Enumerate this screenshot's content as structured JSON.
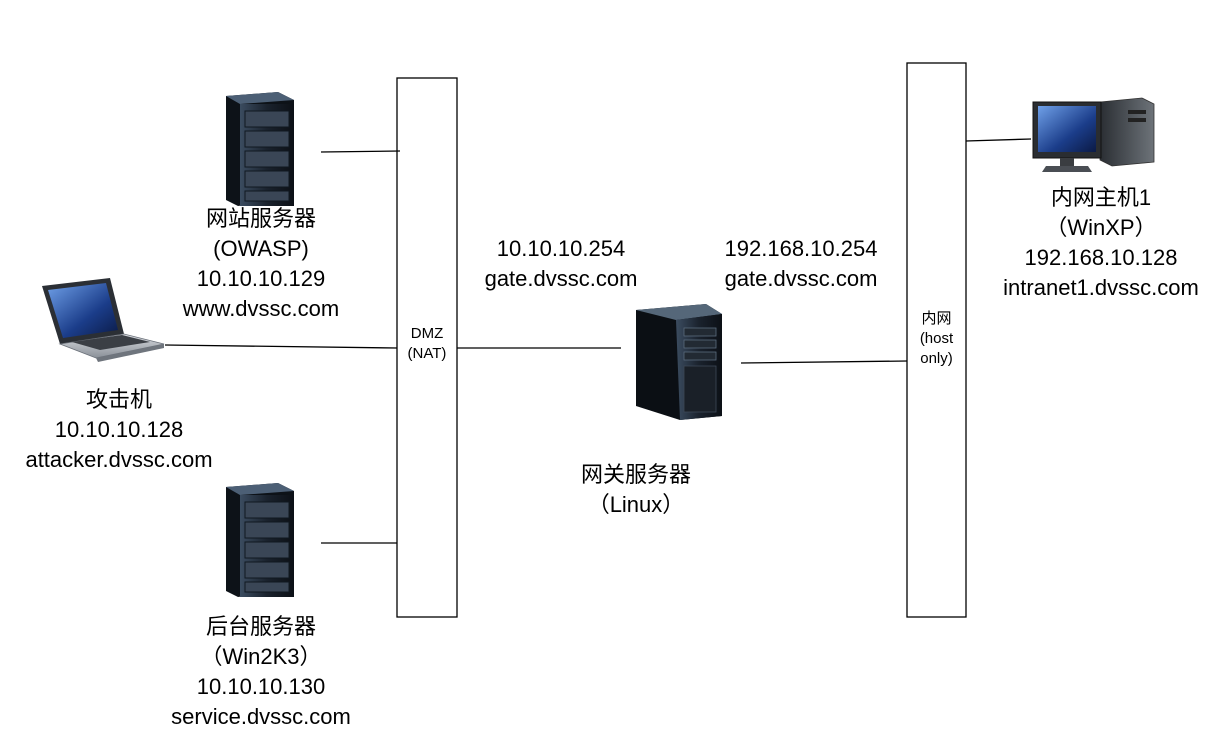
{
  "networks": {
    "dmz": {
      "line1": "DMZ",
      "line2": "(NAT)"
    },
    "intranet": {
      "line1": "内网",
      "line2": "(host",
      "line3": "only)"
    }
  },
  "nodes": {
    "web_server": {
      "name": "网站服务器",
      "os": "(OWASP)",
      "ip": "10.10.10.129",
      "host": "www.dvssc.com"
    },
    "attacker": {
      "name": "攻击机",
      "ip": "10.10.10.128",
      "host": "attacker.dvssc.com"
    },
    "backend_server": {
      "name": "后台服务器",
      "os": "（Win2K3）",
      "ip": "10.10.10.130",
      "host": "service.dvssc.com"
    },
    "gateway": {
      "name": "网关服务器",
      "os": "（Linux）",
      "dmz_ip": "10.10.10.254",
      "dmz_host": "gate.dvssc.com",
      "intra_ip": "192.168.10.254",
      "intra_host": "gate.dvssc.com"
    },
    "intranet_host": {
      "name": "内网主机1",
      "os": "（WinXP）",
      "ip": "192.168.10.128",
      "host": "intranet1.dvssc.com"
    }
  },
  "colors": {
    "line": "#000000",
    "server_dark": "#1c2430",
    "server_light": "#5a7088",
    "screen": "#1e3a7a"
  }
}
